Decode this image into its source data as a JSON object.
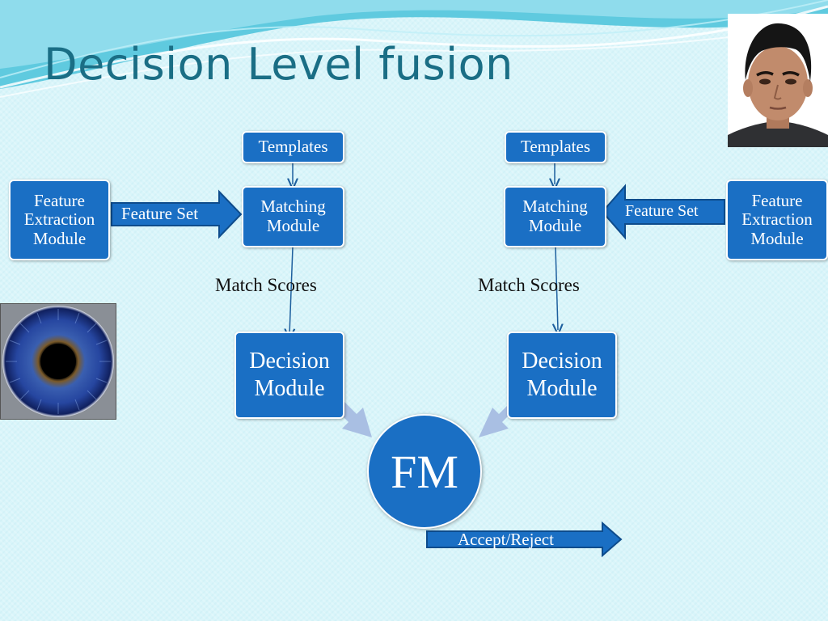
{
  "slide": {
    "title": "Decision Level fusion"
  },
  "left_branch": {
    "templates": "Templates",
    "matching_line1": "Matching",
    "matching_line2": "Module",
    "feature_line1": "Feature",
    "feature_line2": "Extraction",
    "feature_line3": "Module",
    "feature_set": "Feature Set",
    "match_scores": "Match Scores",
    "decision_line1": "Decision",
    "decision_line2": "Module"
  },
  "right_branch": {
    "templates": "Templates",
    "matching_line1": "Matching",
    "matching_line2": "Module",
    "feature_line1": "Feature",
    "feature_line2": "Extraction",
    "feature_line3": "Module",
    "feature_set": "Feature Set",
    "match_scores": "Match Scores",
    "decision_line1": "Decision",
    "decision_line2": "Module"
  },
  "fusion": {
    "label": "FM",
    "output": "Accept/Reject"
  },
  "images": {
    "face": "face-photo",
    "iris": "iris-photo"
  },
  "colors": {
    "box_fill": "#1a6fc4",
    "title": "#1a6e85",
    "background": "#d9f5fa",
    "merge_arrow": "#a9bfe3"
  }
}
